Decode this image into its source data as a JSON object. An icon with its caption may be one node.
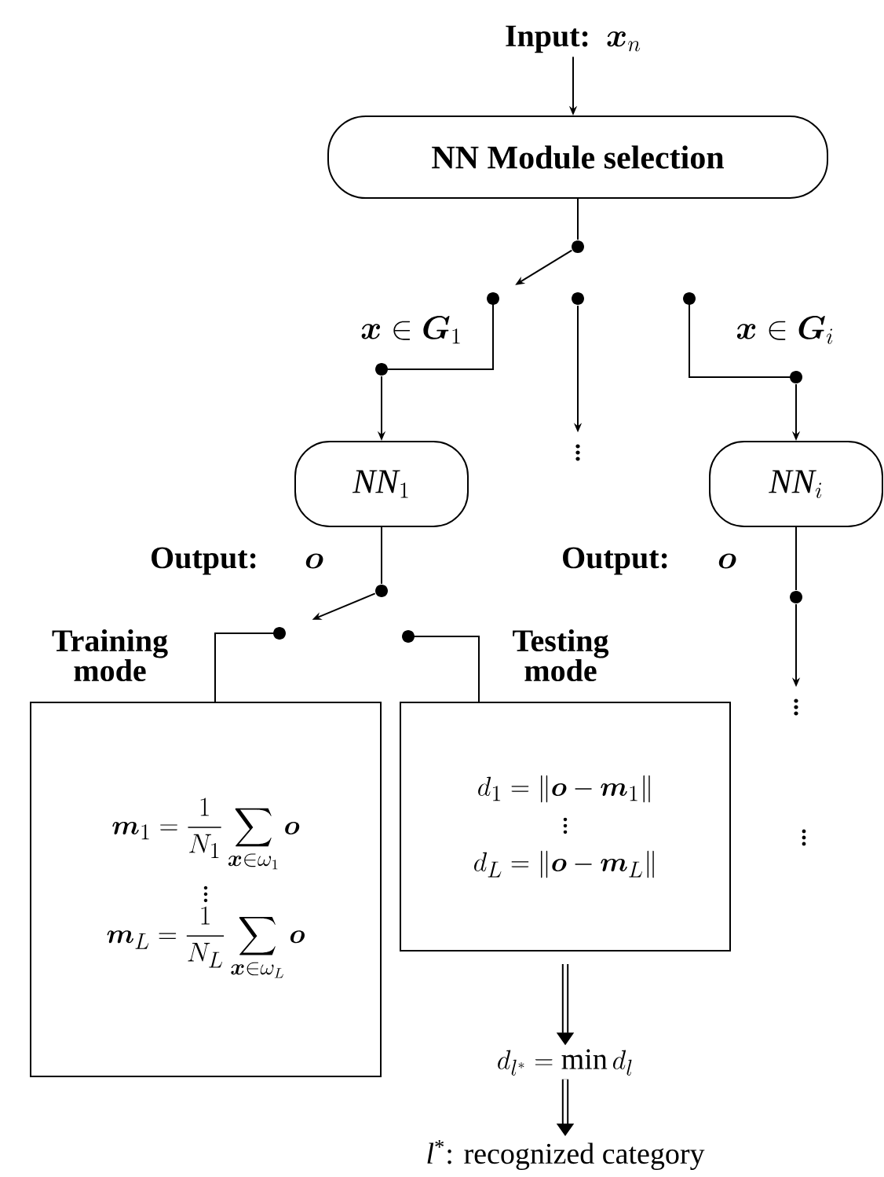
{
  "diagram": {
    "nodes": [
      {
        "text": [
          "Input:",
          "\\boldsymbol{x}_n"
        ]
      },
      {
        "text": [
          "NN Module selection"
        ]
      },
      {
        "text": [],
        "shape": "circle"
      },
      {
        "text": [],
        "shape": "circle"
      },
      {
        "text": [],
        "shape": "circle"
      },
      {
        "text": [],
        "shape": "circle"
      },
      {
        "text": [],
        "shape": "circle"
      },
      {
        "text": [
          "\\vdots"
        ]
      },
      {
        "text": [],
        "shape": "circle"
      },
      {
        "text": [
          "\\mathit{NN}_1"
        ]
      },
      {
        "text": [
          "\\mathit{NN}_i"
        ]
      },
      {
        "text": [],
        "shape": "circle"
      },
      {
        "text": [],
        "shape": "circle"
      },
      {
        "text": [],
        "shape": "circle"
      },
      {
        "text": [],
        "shape": "circle"
      },
      {
        "text": [
          "\\vdots"
        ]
      },
      {
        "text": [
          "\\boldsymbol{m}_1=\\frac{1}{N_1}\\sum_{\\boldsymbol{x}\\in\\omega_1}\\boldsymbol{o}",
          "\\vdots",
          "\\boldsymbol{m}_L=\\frac{1}{N_L}\\sum_{\\boldsymbol{x}\\in\\omega_L}\\boldsymbol{o}"
        ],
        "beside": [
          "Training mode"
        ]
      },
      {
        "text": [
          "d_1=\\|\\boldsymbol{o}-\\boldsymbol{m}_1\\|",
          "\\vdots",
          "d_L=\\|\\boldsymbol{o}-\\boldsymbol{m}_L\\|"
        ],
        "beside": [
          "Testing mode"
        ]
      },
      {
        "text": [
          "d_{l^*}=\\min d_l"
        ]
      },
      {
        "text": [
          "*l*$^{*}$: recognized category"
        ]
      }
    ],
    "edges": [
      {
        "from": 0,
        "to": 1,
        "arrow": "to"
      },
      {
        "from": 1,
        "to": 2,
        "arrow": "none"
      },
      {
        "from": 2,
        "to": 3,
        "arrow": "to"
      },
      {
        "from": 3,
        "to": 6,
        "arrow": "none"
      },
      {
        "from": 6,
        "to": 9,
        "arrow": "to"
      },
      {
        "from": 4,
        "to": 7,
        "arrow": "to"
      },
      {
        "from": 5,
        "to": 8,
        "arrow": "none"
      },
      {
        "from": 8,
        "to": 10,
        "arrow": "to"
      },
      {
        "from": 9,
        "to": 11,
        "arrow": "none"
      },
      {
        "from": 11,
        "to": 12,
        "arrow": "to"
      },
      {
        "from": 12,
        "to": 16,
        "arrow": "none"
      },
      {
        "from": 13,
        "to": 17,
        "arrow": "none"
      },
      {
        "from": 10,
        "to": 14,
        "arrow": "none"
      },
      {
        "from": 14,
        "to": 15,
        "arrow": "to"
      },
      {
        "from": 17,
        "to": 18,
        "arrow": "to",
        "style": "thick"
      },
      {
        "from": 18,
        "to": 19,
        "arrow": "to",
        "style": "thick"
      }
    ],
    "labels": [
      "\\boldsymbol{x}\\in\\boldsymbol{G}_1",
      "\\boldsymbol{x}\\in\\boldsymbol{G}_i",
      "Output:",
      "\\boldsymbol{o}",
      "Output:",
      "\\boldsymbol{o}",
      "\\vdots"
    ]
  }
}
